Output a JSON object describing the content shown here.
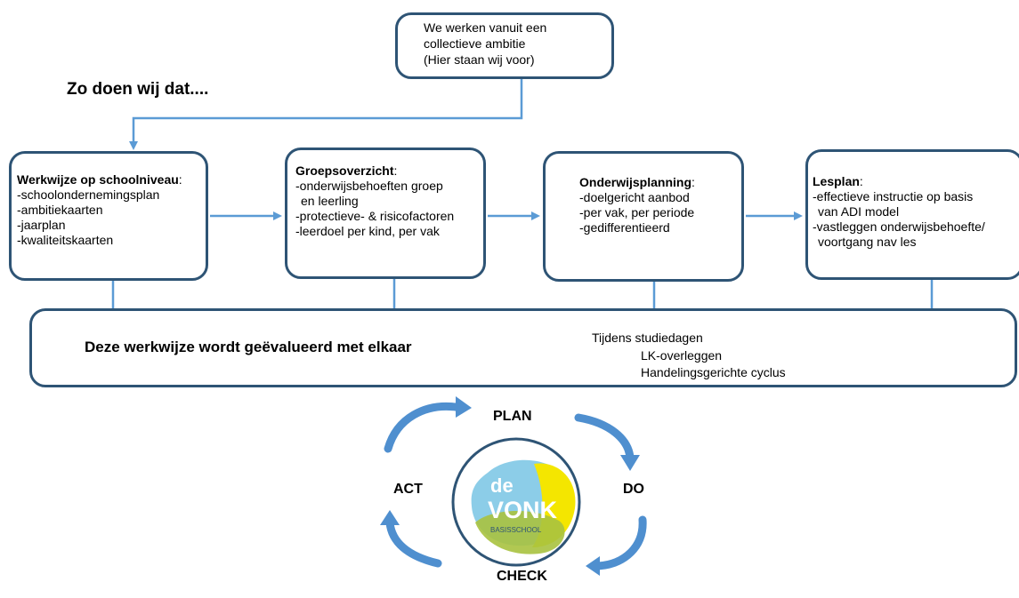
{
  "top_box": {
    "line1": "We werken vanuit een",
    "line2": "collectieve ambitie",
    "line3": "(Hier staan wij voor)"
  },
  "heading": "Zo doen wij dat....",
  "boxes": [
    {
      "title": "Werkwijze op schoolniveau",
      "colon": ":",
      "items": [
        "-schoolondernemingsplan",
        "-ambitiekaarten",
        "-jaarplan",
        "-kwaliteitskaarten"
      ]
    },
    {
      "title": "Groepsoverzicht",
      "colon": ":",
      "items": [
        "-onderwijsbehoeften groep",
        "en leerling",
        "-protectieve- & risicofactoren",
        "-leerdoel per kind, per vak"
      ]
    },
    {
      "title": "Onderwijsplanning",
      "colon": ":",
      "items": [
        "-doelgericht aanbod",
        "-per vak, per periode",
        "-gedifferentieerd"
      ]
    },
    {
      "title": "Lesplan",
      "colon": ":",
      "items": [
        "-effectieve instructie op basis",
        "van ADI model",
        "-vastleggen onderwijsbehoefte/",
        "voortgang nav les"
      ]
    }
  ],
  "evaluation": {
    "title": "Deze werkwijze wordt geëvalueerd met elkaar",
    "line1": "Tijdens studiedagen",
    "line2": "LK-overleggen",
    "line3": "Handelingsgerichte cyclus"
  },
  "pdca": {
    "plan": "PLAN",
    "do": "DO",
    "check": "CHECK",
    "act": "ACT"
  },
  "logo": {
    "word1": "de",
    "word2": "VONK",
    "word3": "BASISSCHOOL"
  },
  "colors": {
    "box_border": "#2e5475",
    "arrow": "#5b9bd5",
    "logo_yellow": "#f4e600",
    "logo_green": "#a9c23f",
    "logo_blue": "#8ccde8"
  }
}
